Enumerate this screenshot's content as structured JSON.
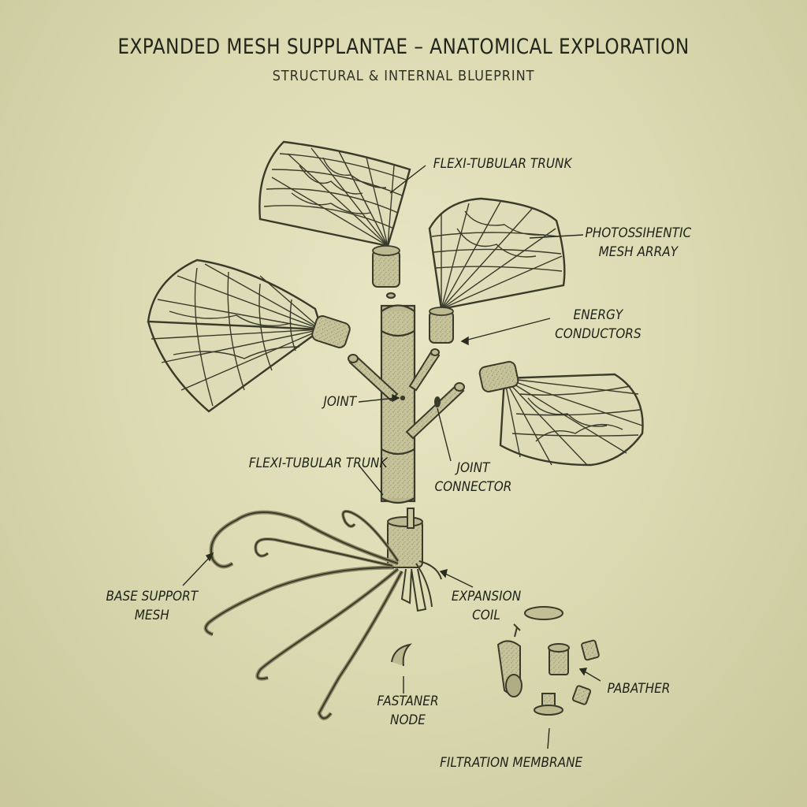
{
  "header": {
    "title": "EXPANDED MESH SUPPLANTAE – ANATOMICAL EXPLORATION",
    "subtitle": "STRUCTURAL & INTERNAL BLUEPRINT"
  },
  "labels": {
    "flexi_trunk_top": "FLEXI-TUBULAR TRUNK",
    "photosynthetic_l1": "PHOTOSSIHENTIC",
    "photosynthetic_l2": "MESH ARRAY",
    "energy_l1": "ENERGY",
    "energy_l2": "CONDUCTORS",
    "joint": "JOINT",
    "joint_connector_l1": "JOINT",
    "joint_connector_l2": "CONNECTOR",
    "flexi_trunk_bottom": "FLEXI-TUBULAR TRUNK",
    "base_support_l1": "BASE SUPPORT",
    "base_support_l2": "MESH",
    "expansion_l1": "EXPANSION",
    "expansion_l2": "COIL",
    "fastener_l1": "FASTANER",
    "fastener_l2": "NODE",
    "pabather": "PABATHER",
    "filtration": "FILTRATION MEMBRANE"
  },
  "colors": {
    "ink": "#2a2c20",
    "tube_fill": "#c8c49c",
    "tube_dark": "#a9a57c",
    "mesh_fill": "#dad8b4"
  }
}
